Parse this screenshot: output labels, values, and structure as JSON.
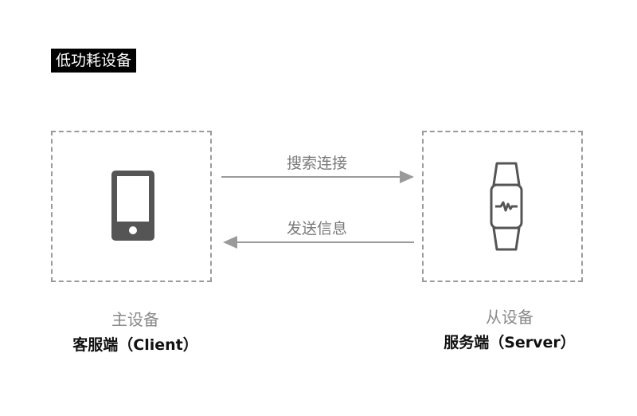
{
  "title": "低功耗设备",
  "arrows": {
    "forward_label": "搜索连接",
    "backward_label": "发送信息"
  },
  "client": {
    "role": "主设备",
    "side": "客服端（Client）",
    "icon": "smartphone-icon"
  },
  "server": {
    "role": "从设备",
    "side": "服务端（Server）",
    "icon": "smartwatch-icon"
  },
  "colors": {
    "title_bg": "#000000",
    "title_text": "#ffffff",
    "dashed_border": "#9a9a9a",
    "arrow": "#9a9a9a",
    "icon": "#555555"
  }
}
